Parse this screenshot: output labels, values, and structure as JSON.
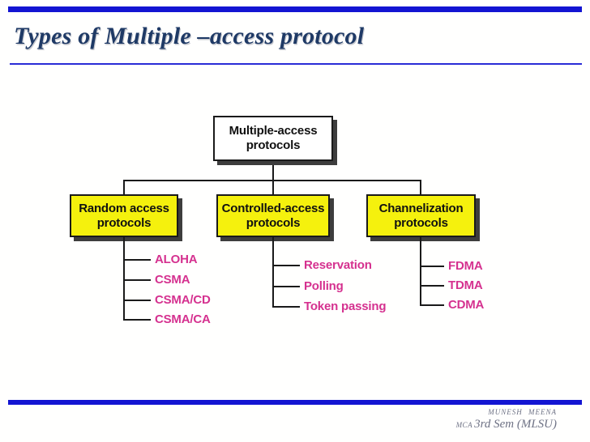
{
  "slide": {
    "title": "Types of Multiple –access protocol"
  },
  "diagram": {
    "root_label": "Multiple-access protocols",
    "columns": [
      {
        "label": "Random access protocols",
        "items": [
          "ALOHA",
          "CSMA",
          "CSMA/CD",
          "CSMA/CA"
        ]
      },
      {
        "label": "Controlled-access protocols",
        "items": [
          "Reservation",
          "Polling",
          "Token passing"
        ]
      },
      {
        "label": "Channelization protocols",
        "items": [
          "FDMA",
          "TDMA",
          "CDMA"
        ]
      }
    ]
  },
  "footer": {
    "author": "MUNESH MEENA",
    "course": "MCA",
    "semester": "3rd Sem (MLSU)"
  },
  "colors": {
    "accent_bar": "#1315d2",
    "title_text": "#1f3a66",
    "root_node_fill": "#ffffff",
    "child_node_fill": "#f5f10d",
    "leaf_text": "#d5318f",
    "connector": "#1a1a1a",
    "node_shadow": "#3d3d3d",
    "footer_text": "#6e7285"
  }
}
